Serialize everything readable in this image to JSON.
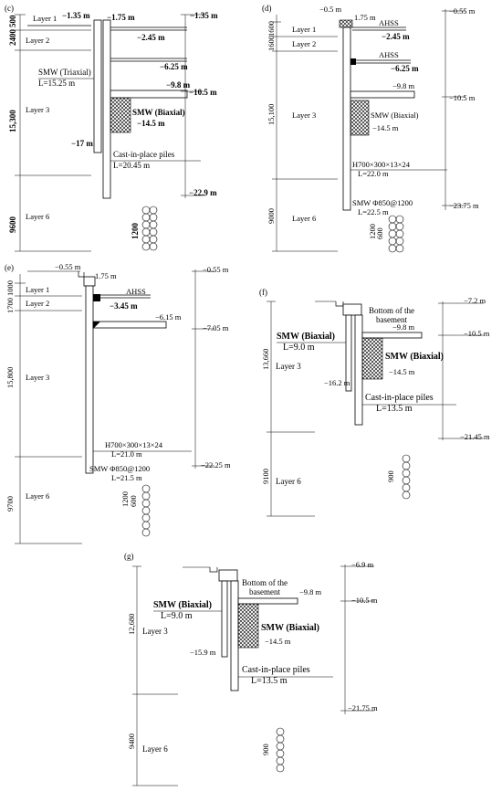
{
  "panels": {
    "c": {
      "tag": "(c)",
      "dims": [
        "2400",
        "500",
        "15,300",
        "9600"
      ],
      "layers": [
        "Layer 1",
        "Layer 2",
        "Layer 3",
        "Layer 6"
      ],
      "labels": {
        "l135a": "−1.35 m",
        "l175": "−1.75 m",
        "l245": "−2.45 m",
        "l135b": "−1.35 m",
        "l625": "−6.25 m",
        "smw_tri": "SMW (Triaxial)",
        "smw_tri_len": "L=15.25 m",
        "l98": "−9.8 m",
        "l105": "−10.5 m",
        "smw_bi": "SMW (Biaxial)",
        "l145": "−14.5 m",
        "l17": "−17 m",
        "cip": "Cast-in-place piles",
        "cip_len": "L=20.45 m",
        "l229": "−22.9 m",
        "d1200": "1200"
      }
    },
    "d": {
      "tag": "(d)",
      "dims": [
        "1600",
        "1600",
        "15,100",
        "9000"
      ],
      "layers": [
        "Layer 1",
        "Layer 2",
        "Layer 3",
        "Layer 6"
      ],
      "labels": {
        "l05": "−0.5 m",
        "l175": "1.75 m",
        "ahss1": "AHSS",
        "l245": "−2.45 m",
        "l055": "−0.55 m",
        "ahss2": "AHSS",
        "l625": "−6.25 m",
        "l98": "−9.8 m",
        "l105": "−10.5 m",
        "smw_bi": "SMW (Biaxial)",
        "l145": "−14.5 m",
        "h700": "H700×300×13×24",
        "h700_len": "L=22.0 m",
        "smw850": "SMW Φ850@1200",
        "smw850_len": "L=22.5 m",
        "l2375": "−23.75 m",
        "d1200": "1200",
        "d600": "600"
      }
    },
    "e": {
      "tag": "(e)",
      "dims": [
        "1000",
        "1700",
        "15,800",
        "9700"
      ],
      "layers": [
        "Layer 1",
        "Layer 2",
        "Layer 3",
        "Layer 6"
      ],
      "labels": {
        "l055a": "−0.55 m",
        "l175": "1.75 m",
        "ahss": "AHSS",
        "l345": "−3.45 m",
        "l055b": "−0.55 m",
        "l615": "−6.15 m",
        "l705": "−7.05 m",
        "h700": "H700×300×13×24",
        "h700_len": "L=21.0 m",
        "smw850": "SMW Φ850@1200",
        "smw850_len": "L=21.5 m",
        "l2225": "−22.25 m",
        "d1200": "1200",
        "d600": "600"
      }
    },
    "f": {
      "tag": "(f)",
      "dims": [
        "13,660",
        "9100"
      ],
      "layers": [
        "Layer 3",
        "Layer 6"
      ],
      "labels": {
        "l72": "−7.2 m",
        "bottom": "Bottom of the",
        "basement": "basement",
        "l98": "−9.8 m",
        "smw_bi_l": "SMW (Biaxial)",
        "smw_bi_l_len": "L=9.0 m",
        "l105": "−10.5 m",
        "smw_bi_r": "SMW (Biaxial)",
        "l145": "−14.5 m",
        "l162": "−16.2 m",
        "cip": "Cast-in-place piles",
        "cip_len": "L=13.5 m",
        "l2145": "−21.45 m",
        "d900": "900"
      }
    },
    "g": {
      "tag": "(g)",
      "dims": [
        "12,680",
        "9400"
      ],
      "layers": [
        "Layer 3",
        "Layer 6"
      ],
      "labels": {
        "l69": "−6.9 m",
        "bottom": "Bottom of the",
        "basement": "basement",
        "l98": "−9.8 m",
        "smw_bi_l": "SMW (Biaxial)",
        "smw_bi_l_len": "L=9.0 m",
        "l105": "−10.5 m",
        "smw_bi_r": "SMW (Biaxial)",
        "l145": "−14.5 m",
        "l159": "−15.9 m",
        "cip": "Cast-in-place piles",
        "cip_len": "L=13.5 m",
        "l2175": "−21.75 m",
        "d900": "900"
      }
    }
  }
}
